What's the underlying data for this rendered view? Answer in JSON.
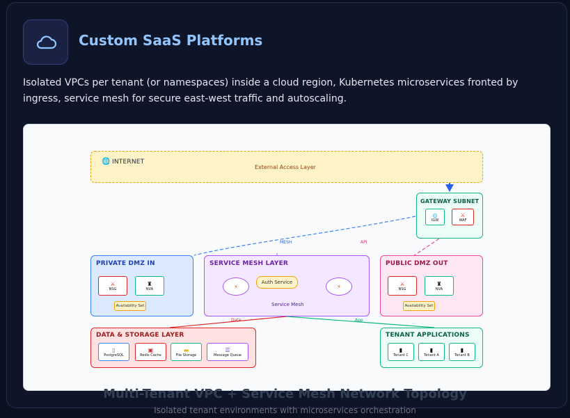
{
  "header": {
    "icon": "cloud-icon",
    "title": "Custom SaaS Platforms",
    "description": "Isolated VPCs per tenant (or namespaces) inside a cloud region, Kubernetes microservices fronted by ingress, service mesh for secure east-west traffic and autoscaling."
  },
  "diagram": {
    "internet": {
      "title": "INTERNET",
      "subtitle": "External Access Layer"
    },
    "gateway": {
      "title": "GATEWAY SUBNET",
      "nodes": [
        "IGW",
        "WAF"
      ]
    },
    "private_dmz": {
      "title": "PRIVATE DMZ IN",
      "nodes": [
        "NSG",
        "NVA"
      ],
      "avail": "Availability Set"
    },
    "service_mesh": {
      "title": "SERVICE MESH LAYER",
      "auth": "Auth Service",
      "label": "Service Mesh"
    },
    "public_dmz": {
      "title": "PUBLIC DMZ OUT",
      "nodes": [
        "NSG",
        "NVA"
      ],
      "avail": "Availability Set"
    },
    "data_layer": {
      "title": "DATA & STORAGE LAYER",
      "nodes": [
        "PostgreSQL",
        "Redis Cache",
        "File Storage",
        "Message Queue"
      ]
    },
    "tenant_apps": {
      "title": "TENANT APPLICATIONS",
      "nodes": [
        "Tenant C",
        "Tenant A",
        "Tenant B"
      ]
    },
    "edge_labels": {
      "mesh": "MESH",
      "api": "API",
      "data": "Data",
      "app": "App"
    }
  },
  "caption": {
    "title": "Multi-Tenant VPC + Service Mesh Network Topology",
    "subtitle": "Isolated tenant environments with microservices orchestration"
  },
  "colors": {
    "internet": "#f59e0b",
    "gateway": "#10b981",
    "private": "#3b82f6",
    "mesh": "#a855f7",
    "public": "#ec4899",
    "data": "#dc2626",
    "tenant": "#10b981"
  }
}
